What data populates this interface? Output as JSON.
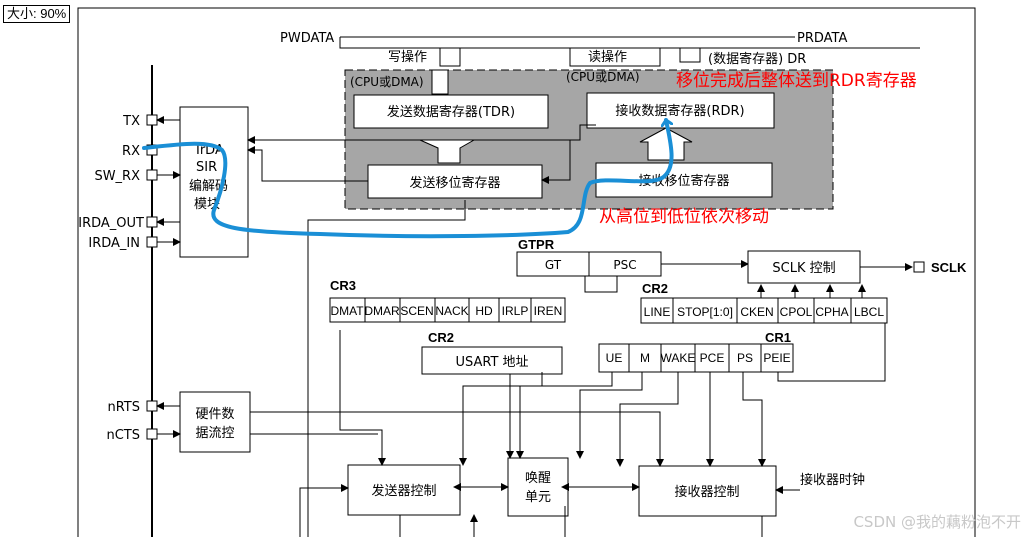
{
  "zoom_label": "大小: 90%",
  "watermark": "CSDN @我的藕粉泡不开",
  "bus": {
    "pwdata": "PWDATA",
    "prdata": "PRDATA",
    "write_op": "写操作",
    "read_op": "读操作",
    "data_reg": "(数据寄存器) DR",
    "cpu_dma_left": "(CPU或DMA)",
    "cpu_dma_right": "(CPU或DMA)"
  },
  "registers": {
    "tdr": "发送数据寄存器(TDR)",
    "rdr": "接收数据寄存器(RDR)",
    "tx_shift": "发送移位寄存器",
    "rx_shift": "接收移位寄存器"
  },
  "annotations": {
    "shift_to_rdr": "移位完成后整体送到RDR寄存器",
    "high_to_low": "从高位到低位依次移动"
  },
  "pins": [
    "TX",
    "RX",
    "SW_RX",
    "IRDA_OUT",
    "IRDA_IN",
    "nRTS",
    "nCTS",
    "SCLK"
  ],
  "irda": [
    "IrDA",
    "SIR",
    "编解码",
    "模块"
  ],
  "gtpr": {
    "label": "GTPR",
    "gt": "GT",
    "psc": "PSC"
  },
  "sclk_ctrl": "SCLK 控制",
  "cr3": {
    "label": "CR3",
    "bits": [
      "DMAT",
      "DMAR",
      "SCEN",
      "NACK",
      "HD",
      "IRLP",
      "IREN"
    ]
  },
  "cr2": {
    "label": "CR2",
    "bits": [
      "LINE",
      "STOP[1:0]",
      "CKEN",
      "CPOL",
      "CPHA",
      "LBCL"
    ]
  },
  "cr2_addr": {
    "label": "CR2",
    "box": "USART 地址"
  },
  "cr1": {
    "label": "CR1",
    "bits": [
      "UE",
      "M",
      "WAKE",
      "PCE",
      "PS",
      "PEIE"
    ]
  },
  "flow_ctrl": [
    "硬件数",
    "据流控"
  ],
  "tx_ctrl": "发送器控制",
  "wake": [
    "唤醒",
    "单元"
  ],
  "rx_ctrl": "接收器控制",
  "rx_clock": "接收器时钟"
}
